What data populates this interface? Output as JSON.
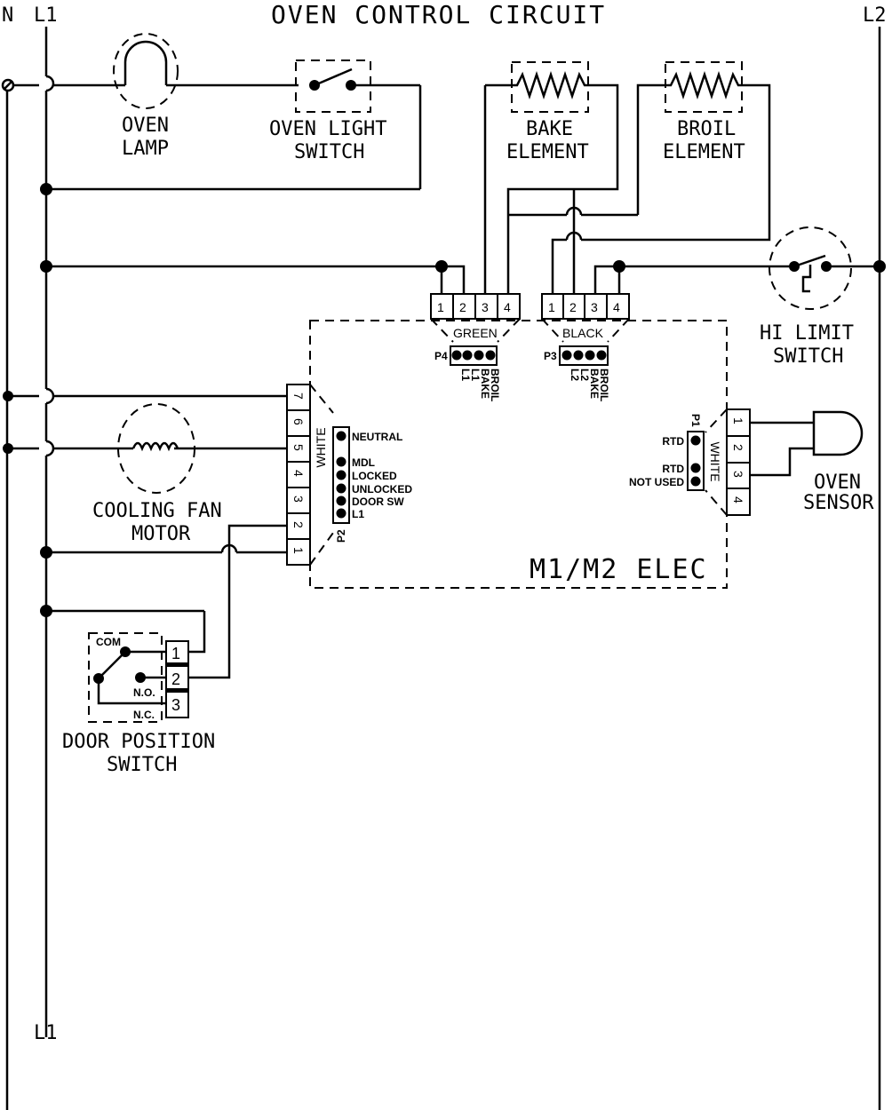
{
  "diagram": {
    "title": "OVEN CONTROL CIRCUIT",
    "rails": {
      "n": "N",
      "l1_top": "L1",
      "l1_bottom": "L1",
      "l2": "L2"
    },
    "components": {
      "oven_lamp": [
        "OVEN",
        "LAMP"
      ],
      "oven_light_switch": [
        "OVEN LIGHT",
        "SWITCH"
      ],
      "bake_element": [
        "BAKE",
        "ELEMENT"
      ],
      "broil_element": [
        "BROIL",
        "ELEMENT"
      ],
      "hi_limit_switch": [
        "HI LIMIT",
        "SWITCH"
      ],
      "cooling_fan_motor": [
        "COOLING FAN",
        "MOTOR"
      ],
      "door_position_switch": [
        "DOOR POSITION",
        "SWITCH"
      ],
      "oven_sensor": [
        "OVEN",
        "SENSOR"
      ]
    },
    "control_board": "M1/M2 ELEC",
    "connectors": {
      "p4": {
        "name": "P4",
        "color": "GREEN",
        "pins": [
          "1",
          "2",
          "3",
          "4"
        ],
        "signals": [
          "L1",
          "L1",
          "BAKE",
          "BROIL"
        ]
      },
      "p3": {
        "name": "P3",
        "color": "BLACK",
        "pins": [
          "1",
          "2",
          "3",
          "4"
        ],
        "signals": [
          "L2",
          "L2",
          "BAKE",
          "BROIL"
        ]
      },
      "p2": {
        "name": "P2",
        "color": "WHITE",
        "pins": [
          "7",
          "6",
          "5",
          "4",
          "3",
          "2",
          "1"
        ],
        "signals": [
          "NEUTRAL",
          "MDL",
          "LOCKED",
          "UNLOCKED",
          "DOOR SW",
          "L1"
        ]
      },
      "p1": {
        "name": "P1",
        "color": "WHITE",
        "pins": [
          "1",
          "2",
          "3",
          "4"
        ],
        "signals": [
          "RTD",
          "RTD",
          "NOT USED"
        ]
      }
    },
    "door_switch_terminals": {
      "com": "COM",
      "no": "N.O.",
      "nc": "N.C.",
      "pins": [
        "1",
        "2",
        "3"
      ]
    }
  }
}
